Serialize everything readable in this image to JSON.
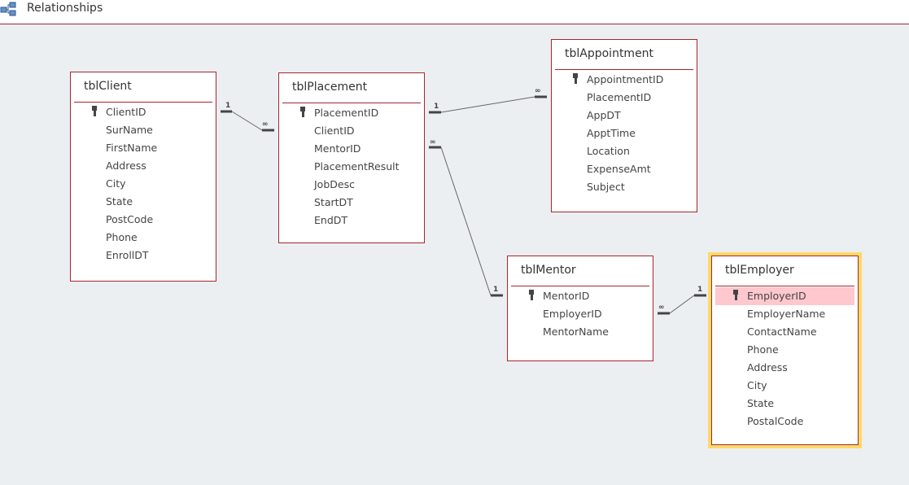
{
  "tab": {
    "title": "Relationships",
    "icon": "relationships-icon"
  },
  "colors": {
    "border": "#a4262c",
    "selected_outline": "#ffd966",
    "highlight": "#ffc7ce",
    "canvas": "#eceff2"
  },
  "tables": {
    "client": {
      "name": "tblClient",
      "fields": [
        "ClientID",
        "SurName",
        "FirstName",
        "Address",
        "City",
        "State",
        "PostCode",
        "Phone",
        "EnrollDT"
      ],
      "key": "ClientID"
    },
    "placement": {
      "name": "tblPlacement",
      "fields": [
        "PlacementID",
        "ClientID",
        "MentorID",
        "PlacementResult",
        "JobDesc",
        "StartDT",
        "EndDT"
      ],
      "key": "PlacementID"
    },
    "appointment": {
      "name": "tblAppointment",
      "fields": [
        "AppointmentID",
        "PlacementID",
        "AppDT",
        "ApptTime",
        "Location",
        "ExpenseAmt",
        "Subject"
      ],
      "key": "AppointmentID"
    },
    "mentor": {
      "name": "tblMentor",
      "fields": [
        "MentorID",
        "EmployerID",
        "MentorName"
      ],
      "key": "MentorID"
    },
    "employer": {
      "name": "tblEmployer",
      "fields": [
        "EmployerID",
        "EmployerName",
        "ContactName",
        "Phone",
        "Address",
        "City",
        "State",
        "PostalCode"
      ],
      "key": "EmployerID",
      "selected": true,
      "highlighted_field": "EmployerID"
    }
  },
  "relationships": [
    {
      "from": "tblClient.ClientID",
      "to": "tblPlacement.ClientID",
      "one_label": "1",
      "many_label": "∞"
    },
    {
      "from": "tblPlacement.PlacementID",
      "to": "tblAppointment.PlacementID",
      "one_label": "1",
      "many_label": "∞"
    },
    {
      "from": "tblMentor.MentorID",
      "to": "tblPlacement.MentorID",
      "one_label": "1",
      "many_label": "∞"
    },
    {
      "from": "tblEmployer.EmployerID",
      "to": "tblMentor.EmployerID",
      "one_label": "1",
      "many_label": "∞"
    }
  ]
}
